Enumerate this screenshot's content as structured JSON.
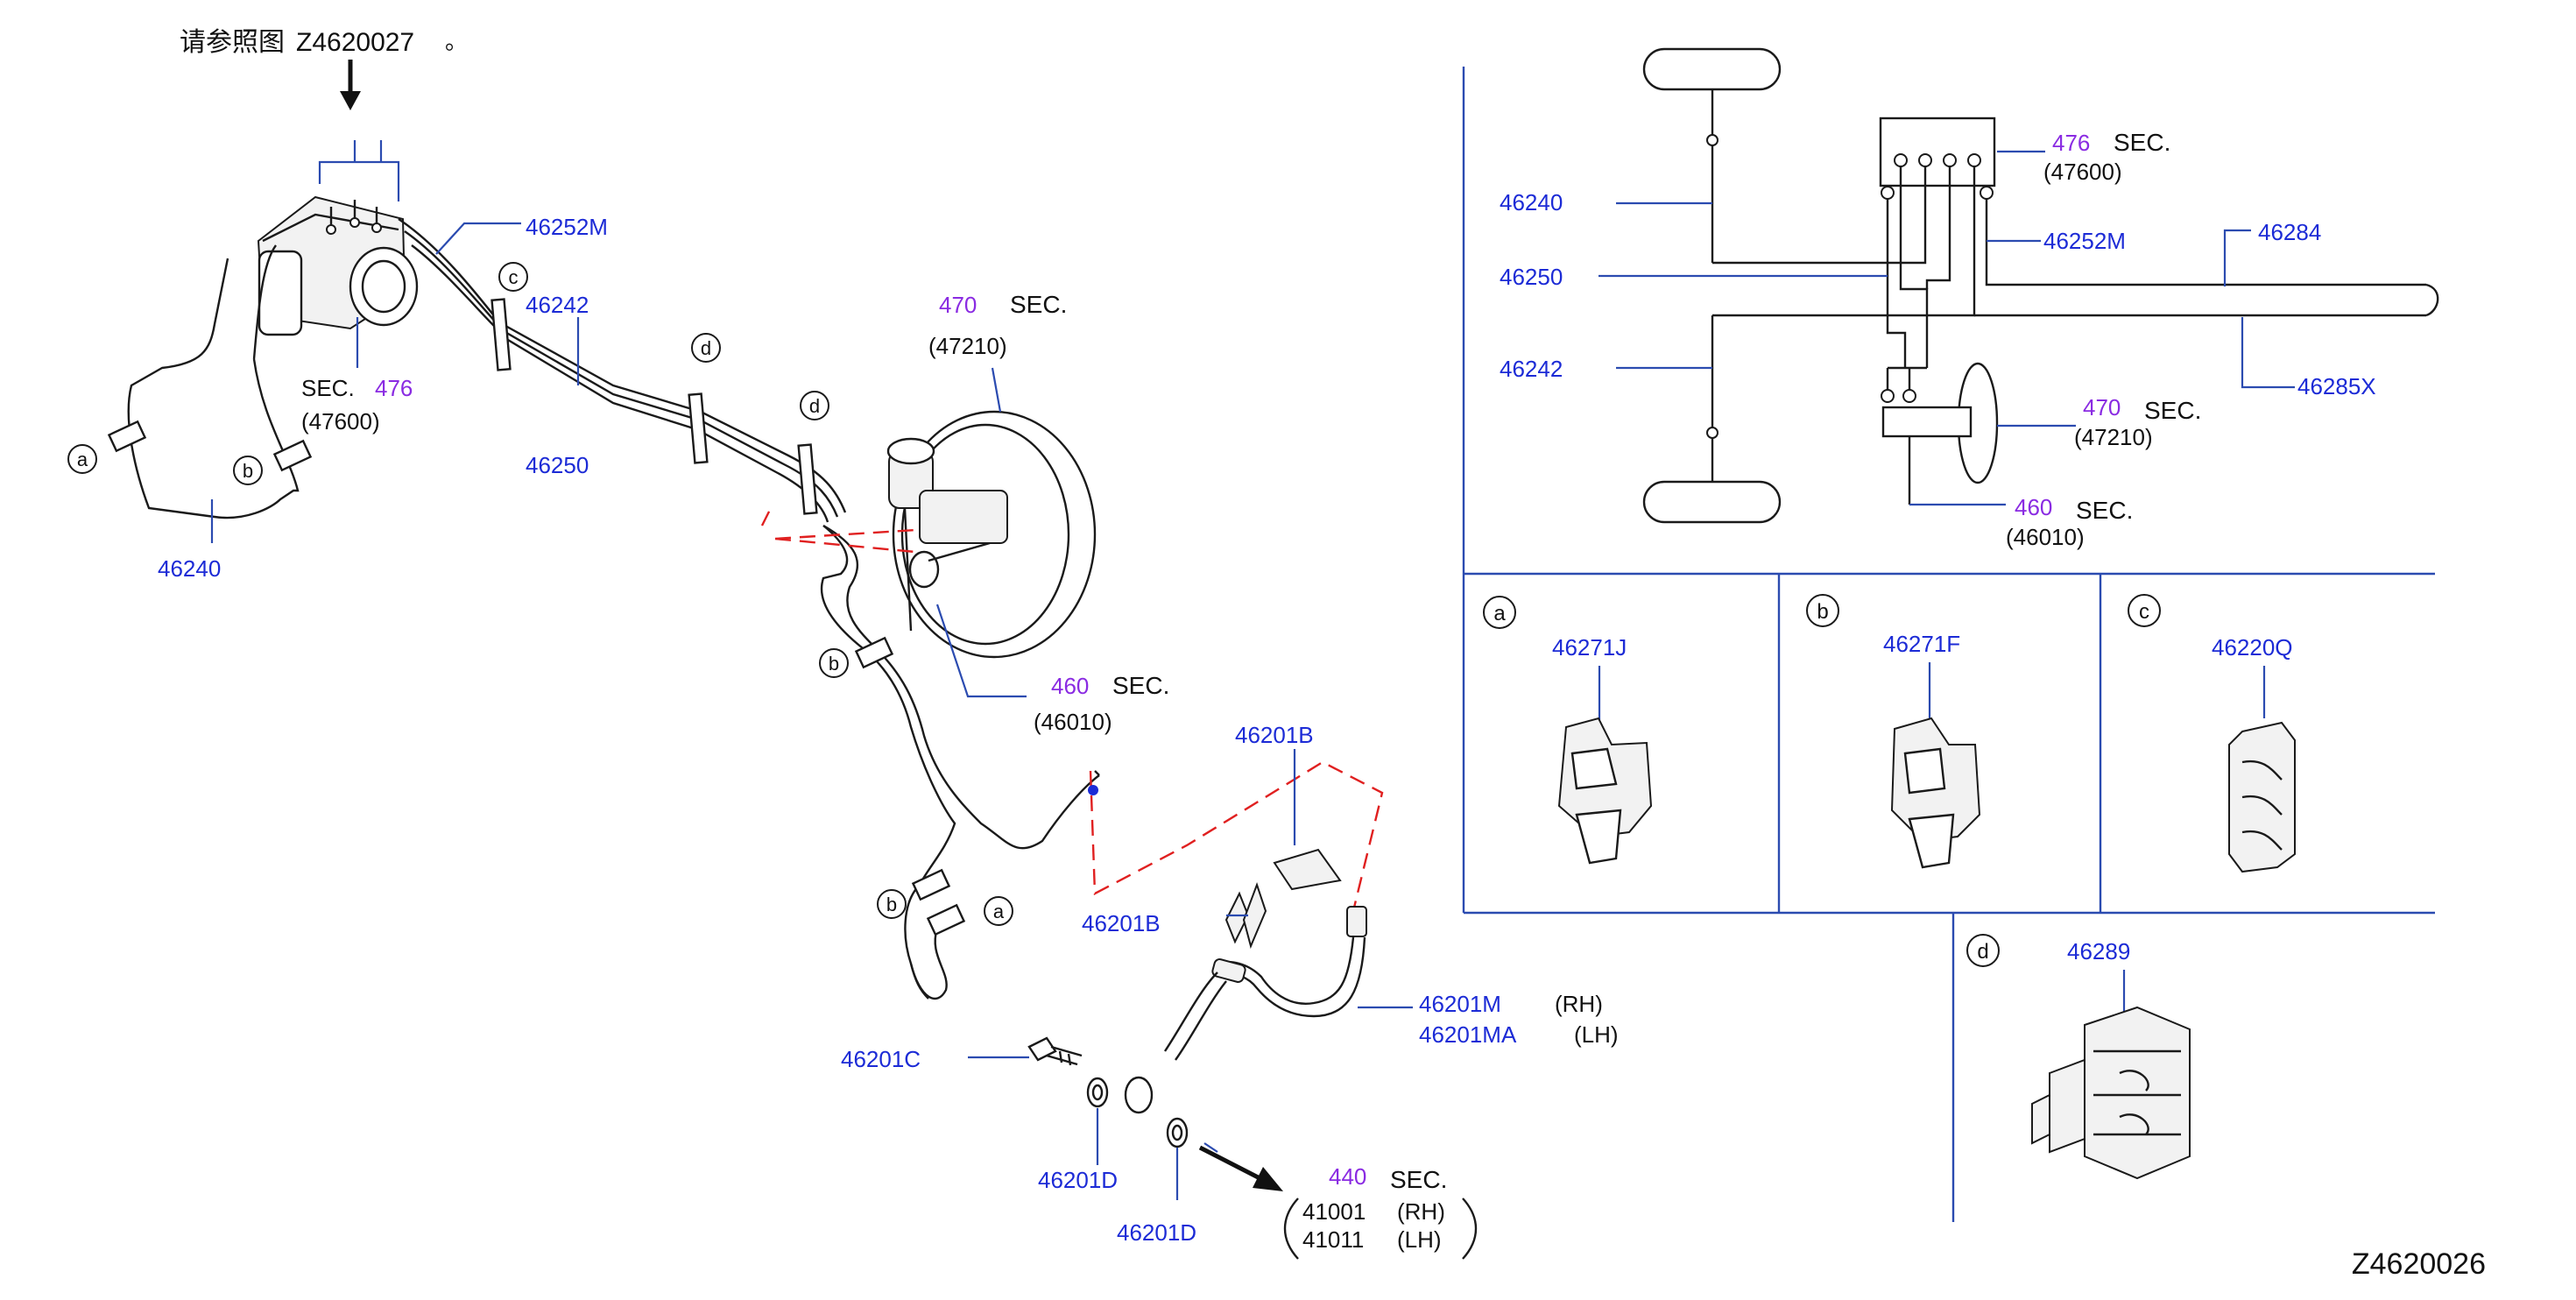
{
  "header": {
    "reference_prefix": "请参照图",
    "reference_code": "Z4620027",
    "reference_suffix": "。"
  },
  "drawing_number": "Z4620026",
  "callouts_main": {
    "abs_sec": "SEC.",
    "abs_sec_num": "476",
    "abs_sec_code": "(47600)",
    "booster_sec": "SEC.",
    "booster_sec_num": "470",
    "booster_sec_code": "(47210)",
    "mc_sec": "SEC.",
    "mc_sec_num": "460",
    "mc_sec_code": "(46010)",
    "caliper_sec": "SEC.",
    "caliper_sec_num": "440",
    "caliper_code_rh": "41001",
    "caliper_code_lh": "41011",
    "rh": "(RH)",
    "lh": "(LH)",
    "p_46252M": "46252M",
    "p_46242": "46242",
    "p_46250": "46250",
    "p_46240": "46240",
    "p_46201B_top": "46201B",
    "p_46201B_left": "46201B",
    "p_46201M": "46201M",
    "p_46201M_side": "(RH)",
    "p_46201MA": "46201MA",
    "p_46201MA_side": "(LH)",
    "p_46201C": "46201C",
    "p_46201D_a": "46201D",
    "p_46201D_b": "46201D"
  },
  "clip_letters": {
    "a": "a",
    "b": "b",
    "c": "c",
    "d": "d"
  },
  "schematic": {
    "p_46240": "46240",
    "p_46250": "46250",
    "p_46242": "46242",
    "p_46252M": "46252M",
    "p_46284": "46284",
    "p_46285X": "46285X",
    "abs_sec_num": "476",
    "abs_sec": "SEC.",
    "abs_sec_code": "(47600)",
    "booster_sec_num": "470",
    "booster_sec": "SEC.",
    "booster_sec_code": "(47210)",
    "mc_sec_num": "460",
    "mc_sec": "SEC.",
    "mc_sec_code": "(46010)"
  },
  "clip_panels": [
    {
      "letter": "a",
      "part": "46271J"
    },
    {
      "letter": "b",
      "part": "46271F"
    },
    {
      "letter": "c",
      "part": "46220Q"
    },
    {
      "letter": "d",
      "part": "46289"
    }
  ],
  "colors": {
    "part_number": "#1c2bd6",
    "section_number": "#8a2be2",
    "leader": "#2b4bb0",
    "dashed_link": "#e02020"
  }
}
